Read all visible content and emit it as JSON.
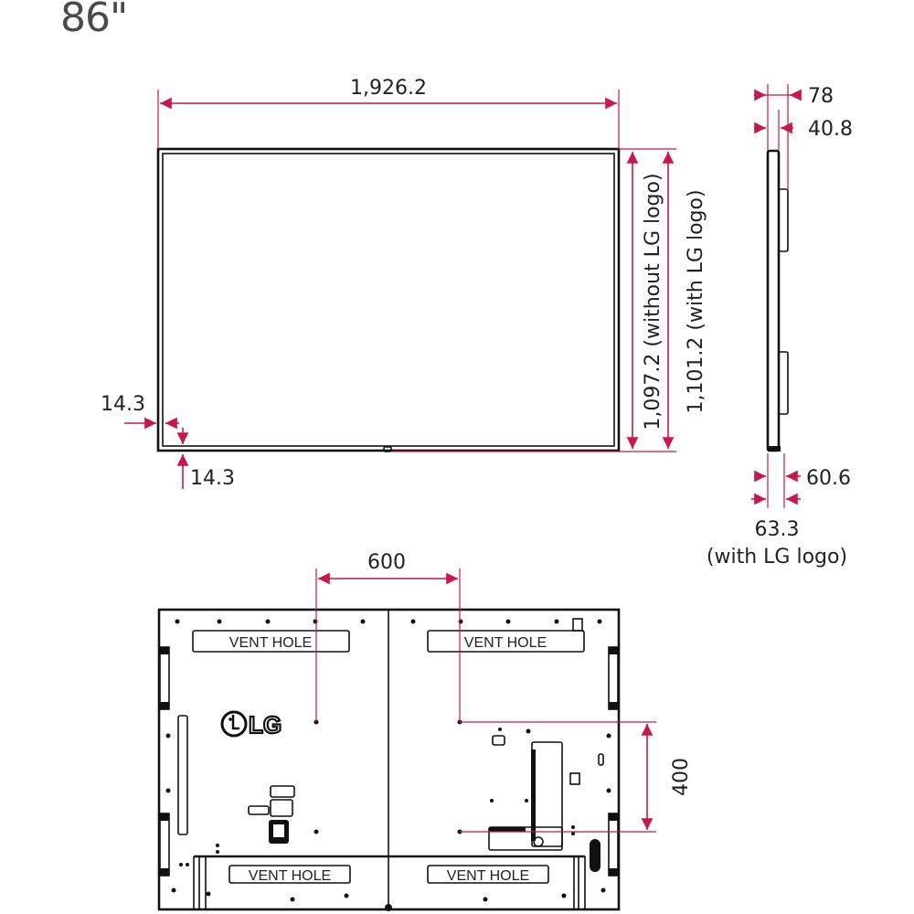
{
  "title": "86\"",
  "front_view": {
    "width_label": "1,926.2",
    "height_without_logo_label": "1,097.2 (without LG logo)",
    "height_with_logo_label": "1,101.2 (with LG logo)",
    "bezel_side_label": "14.3",
    "bezel_bottom_label": "14.3"
  },
  "side_view": {
    "depth_total_label": "78",
    "depth_panel_label": "40.8",
    "bottom_depth_label": "60.6",
    "bottom_depth_logo_label": "63.3",
    "bottom_depth_logo_note": "(with LG logo)"
  },
  "rear_view": {
    "vesa_horizontal_label": "600",
    "vesa_vertical_label": "400",
    "vent_hole_labels": [
      "VENT HOLE",
      "VENT HOLE",
      "VENT HOLE",
      "VENT HOLE"
    ],
    "logo_text": "LG"
  },
  "colors": {
    "dimension": "#c8174a",
    "outline": "#111111",
    "title": "#4a4a4a"
  }
}
